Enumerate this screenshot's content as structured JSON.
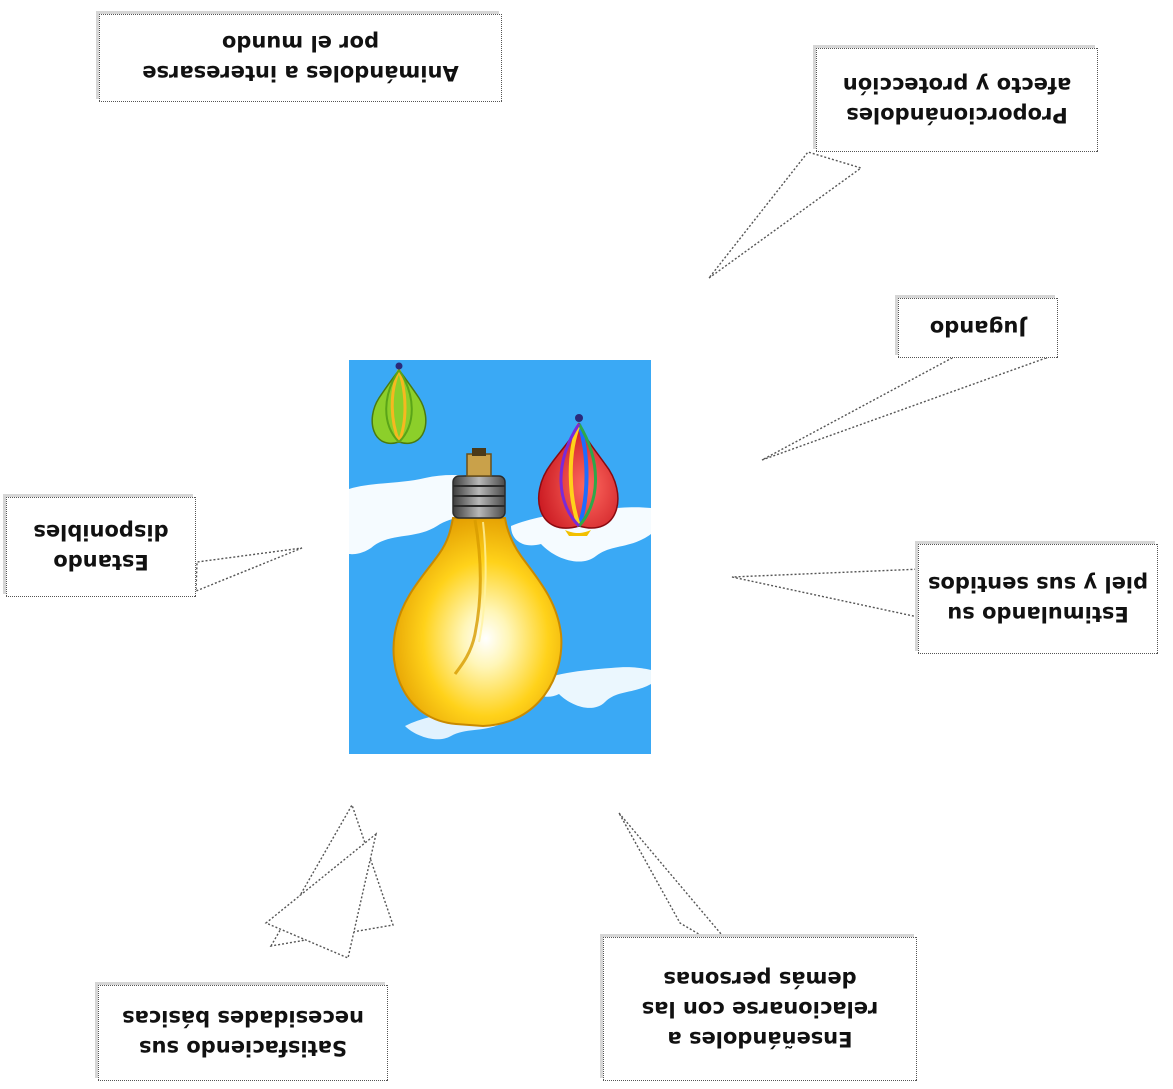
{
  "diagram": {
    "orientation": "rotated-180",
    "central_image": "lightbulb-with-hot-air-balloons",
    "colors": {
      "sky": "#3aa9f5",
      "bulb": "#ffd21a",
      "balloon_red": "#e8202a",
      "balloon_green": "#8ccf2a",
      "callout_border": "#555555"
    },
    "callouts": [
      {
        "id": "mundo",
        "lines": [
          "Animándoles a interesarse",
          "por el mundo"
        ]
      },
      {
        "id": "afecto",
        "lines": [
          "Proporcionándoles",
          "afecto y protección"
        ]
      },
      {
        "id": "jugando",
        "lines": [
          "Jugando"
        ]
      },
      {
        "id": "estimulando",
        "lines": [
          "Estimulando su",
          "piel y sus sentidos"
        ]
      },
      {
        "id": "relacionarse",
        "lines": [
          "Enseñándoles  a",
          "relacionarse con las",
          "demás personas"
        ]
      },
      {
        "id": "necesidades",
        "lines": [
          "Satisfaciendo sus",
          "necesidades básicas"
        ]
      },
      {
        "id": "disponibles",
        "lines": [
          "Estando",
          "disponibles"
        ]
      }
    ]
  }
}
